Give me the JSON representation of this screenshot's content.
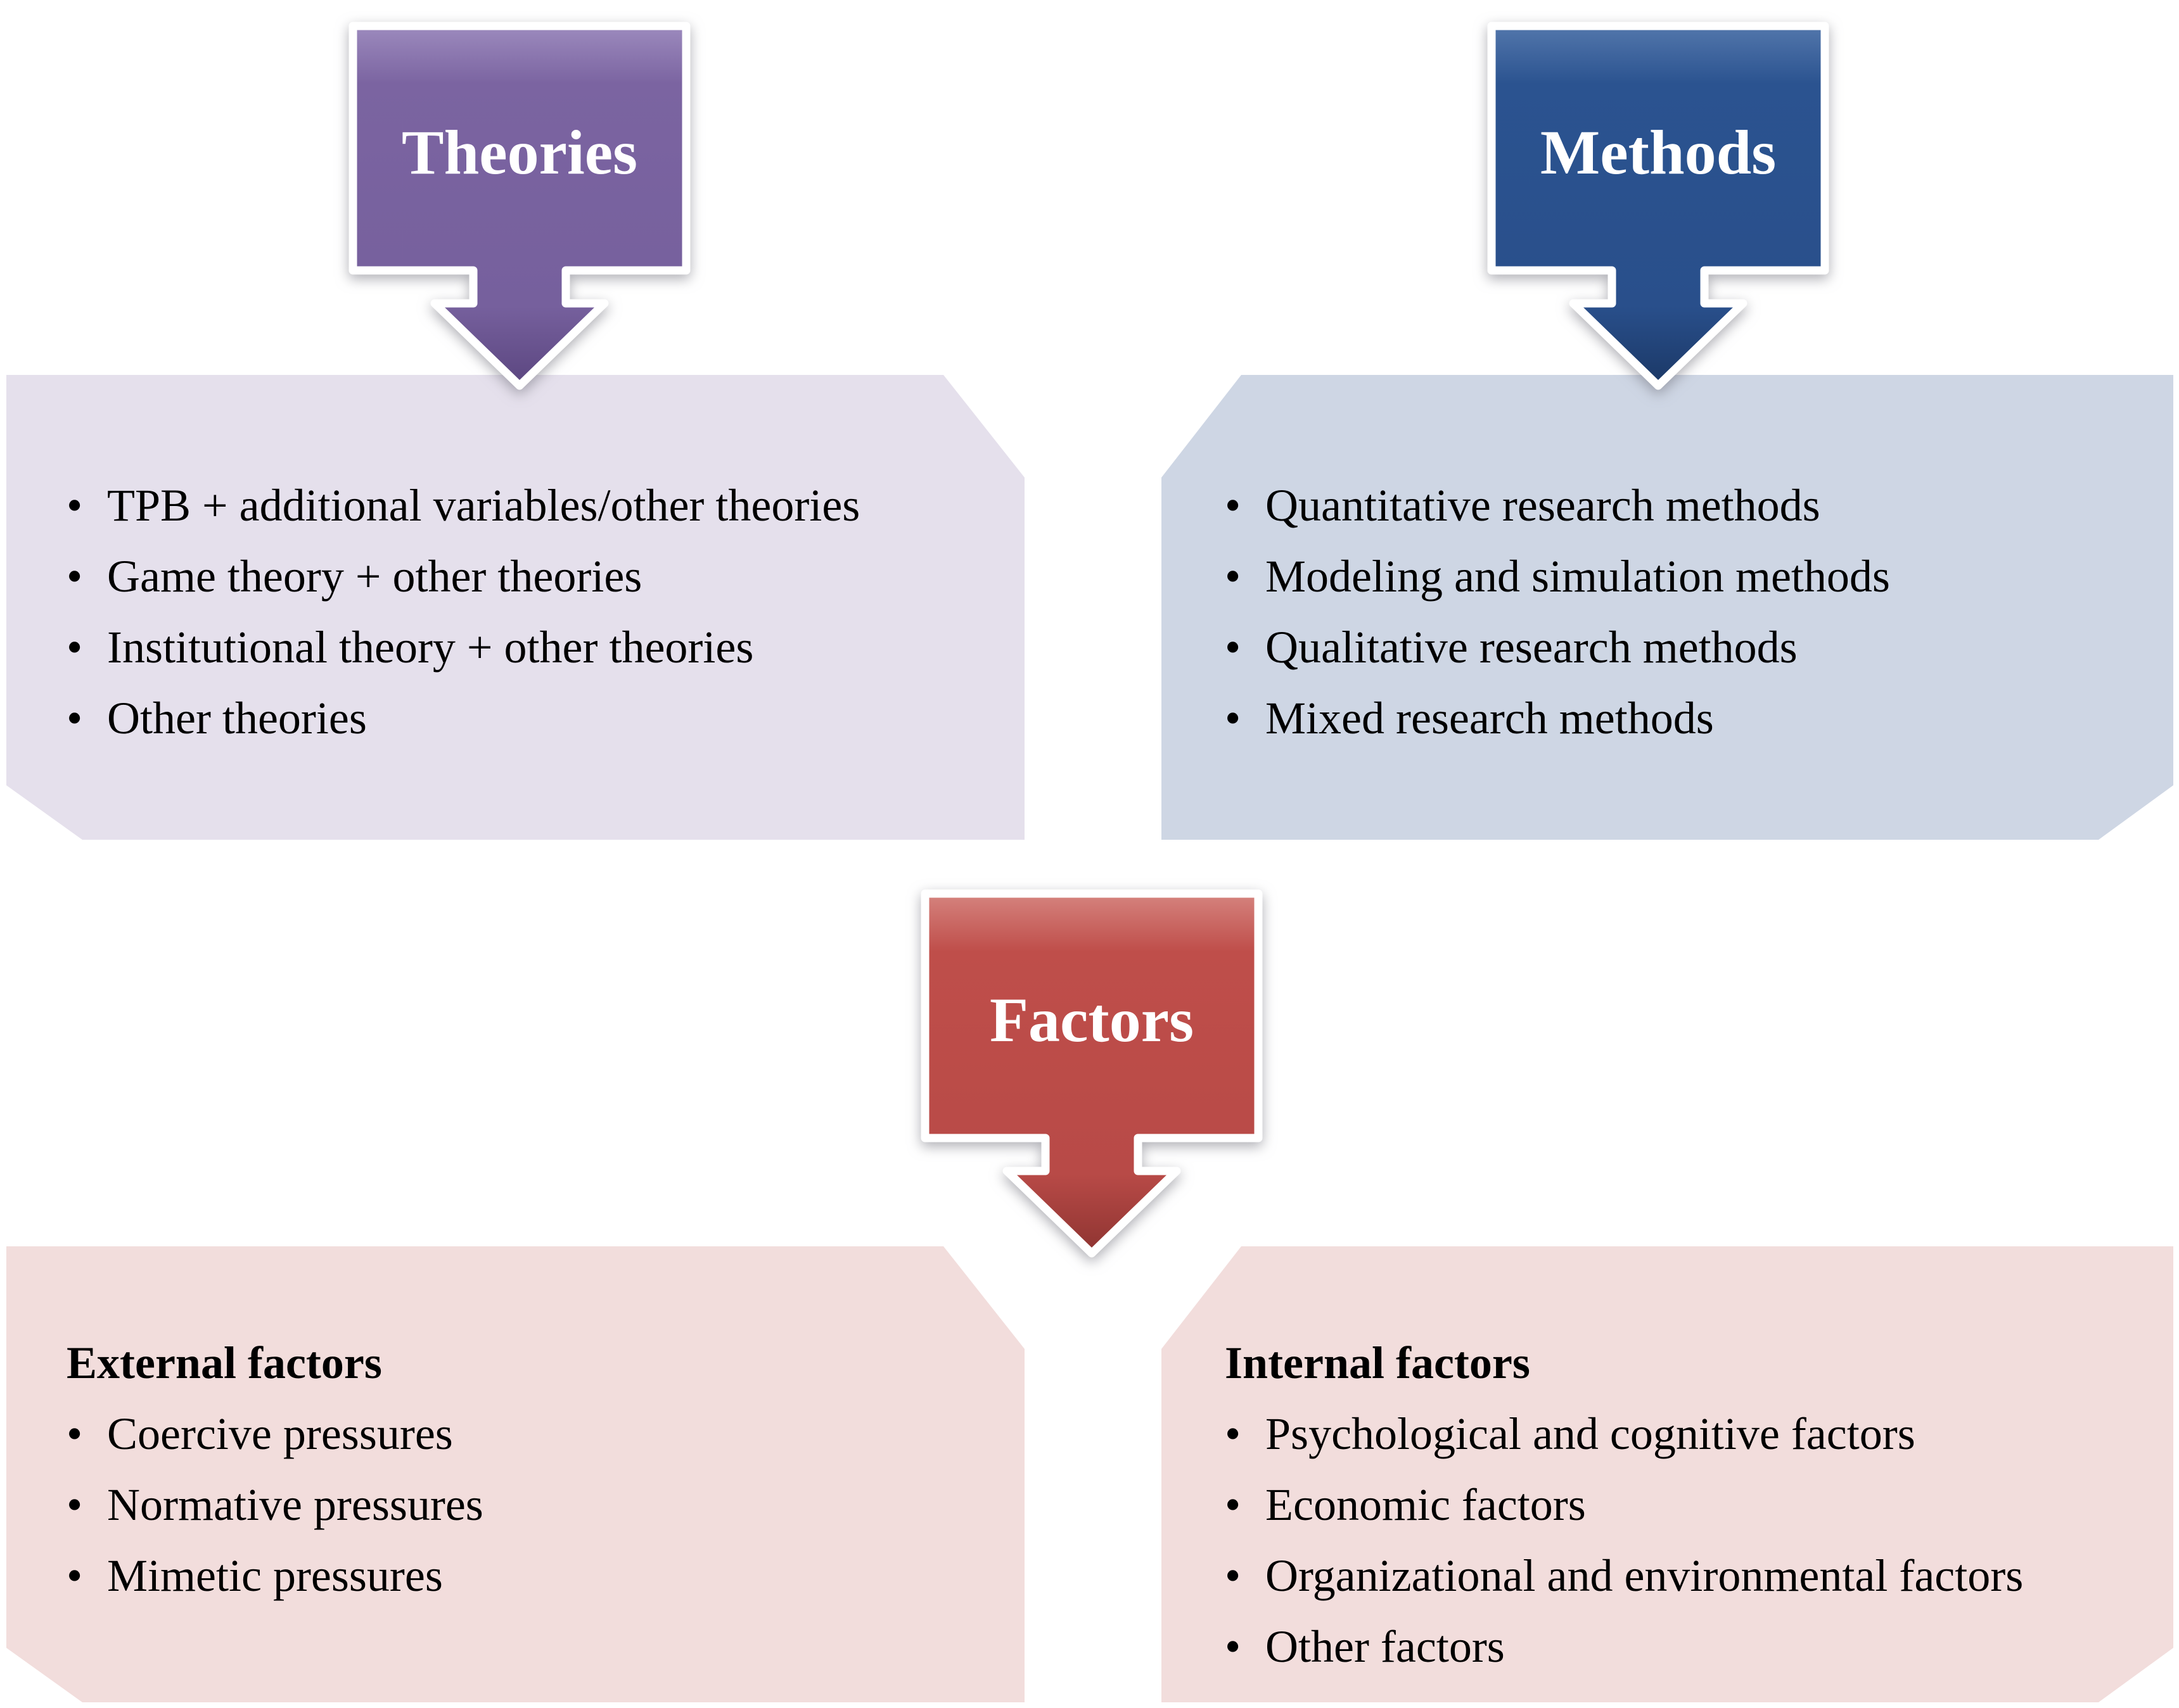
{
  "diagram_title": "",
  "callouts": {
    "theories": {
      "title": "Theories"
    },
    "methods": {
      "title": "Methods"
    },
    "factors": {
      "title": "Factors"
    }
  },
  "panels": {
    "theories": {
      "items": [
        "TPB + additional variables/other theories",
        "Game theory + other theories",
        "Institutional theory + other theories",
        "Other theories"
      ]
    },
    "methods": {
      "items": [
        "Quantitative research methods",
        "Modeling and simulation methods",
        "Qualitative research methods",
        "Mixed research methods"
      ]
    },
    "external": {
      "heading": "External factors",
      "items": [
        "Coercive pressures",
        "Normative pressures",
        "Mimetic pressures"
      ]
    },
    "internal": {
      "heading": "Internal factors",
      "items": [
        "Psychological and cognitive factors",
        "Economic factors",
        "Organizational and environmental factors",
        "Other factors"
      ]
    }
  },
  "colors": {
    "theories_arrow": "#7b64a1",
    "methods_arrow": "#2b5390",
    "factors_arrow": "#bf4e4a",
    "theories_panel": "#e5e0ec",
    "methods_panel": "#ced6e4",
    "factors_panel": "#f2dddc",
    "arrow_outline": "#ffffff",
    "text": "#000000"
  }
}
